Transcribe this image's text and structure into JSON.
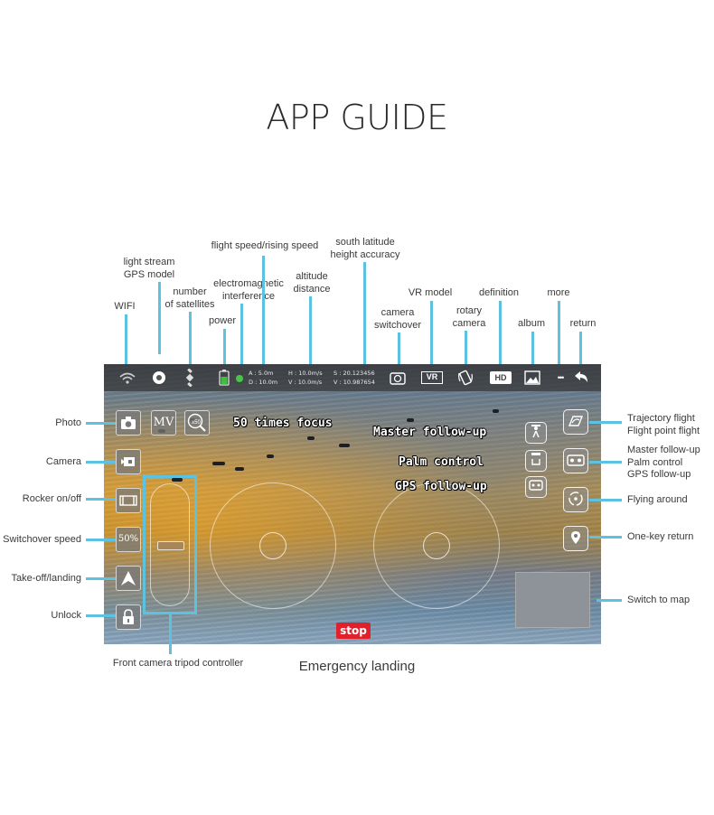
{
  "title": "APP GUIDE",
  "top_labels": {
    "wifi": "WIFI",
    "light_stream": "light stream",
    "gps_model": "GPS model",
    "number": "number",
    "of_satellites": "of satellites",
    "power": "power",
    "electromagnetic": "electromagnetic",
    "interference": "interference",
    "flight_speed": "flight speed/rising speed",
    "altitude": "altitude",
    "distance": "distance",
    "south_latitude": "south latitude",
    "height_accuracy": "height accuracy",
    "camera": "camera",
    "switchover": "switchover",
    "vr_model": "VR model",
    "rotary": "rotary",
    "rotary_camera": "camera",
    "definition": "definition",
    "album": "album",
    "more": "more",
    "return": "return"
  },
  "left_labels": {
    "photo": "Photo",
    "camera": "Camera",
    "rocker": "Rocker on/off",
    "switchover_speed": "Switchover speed",
    "takeoff": "Take-off/landing",
    "unlock": "Unlock"
  },
  "right_labels": {
    "trajectory_flight": "Trajectory flight",
    "flight_point_flight": "Flight point flight",
    "master_follow": "Master follow-up",
    "palm_control": "Palm control",
    "gps_follow": "GPS follow-up",
    "flying_around": "Flying around",
    "one_key_return": "One-key return",
    "switch_to_map": "Switch to map"
  },
  "bottom_labels": {
    "tripod": "Front camera tripod controller",
    "emergency": "Emergency landing"
  },
  "screen": {
    "telemetry": {
      "a": "A : 5.0m",
      "d": "D : 10.0m",
      "h": "H : 10.0m/s",
      "v": "V : 10.0m/s",
      "s": "S : 20.123456",
      "v2": "V : 10.987654"
    },
    "overlay": {
      "focus": "50 times focus",
      "master": "Master follow-up",
      "palm": "Palm control",
      "gps": "GPS follow-up"
    },
    "buttons": {
      "mv": "MV",
      "zoom": "x50",
      "speed": "50%",
      "vr": "VR",
      "hd": "HD",
      "more": "•••",
      "stop": "stop"
    }
  },
  "colors": {
    "accent": "#5dc1e0",
    "stop": "#e0212c"
  }
}
